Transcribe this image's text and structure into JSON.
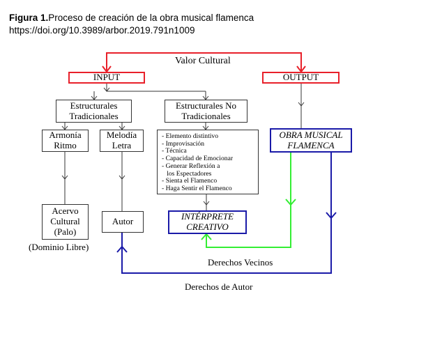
{
  "caption": {
    "figure_label": "Figura 1.",
    "title": "Proceso de creación de la obra musical flamenca",
    "doi": "https://doi.org/10.3989/arbor.2019.791n1009"
  },
  "diagram": {
    "valor_cultural": "Valor Cultural",
    "input": "INPUT",
    "output": "OUTPUT",
    "estructurales_tradicionales": [
      "Estructurales",
      "Tradicionales"
    ],
    "estructurales_no_tradicionales": [
      "Estructurales No",
      "Tradicionales"
    ],
    "armonia_ritmo": [
      "Armonía",
      "Ritmo"
    ],
    "melodia_letra": [
      "Melodía",
      "Letra"
    ],
    "elementos": [
      "- Elemento distintivo",
      "- Improvisación",
      "- Técnica",
      "- Capacidad de Emocionar",
      "- Generar Reflexión a",
      "   los Espectadores",
      "- Sienta el Flamenco",
      "- Haga Sentir el Flamenco"
    ],
    "obra_musical": [
      "OBRA MUSICAL",
      "FLAMENCA"
    ],
    "acervo": [
      "Acervo",
      "Cultural",
      "(Palo)"
    ],
    "dominio_libre": "(Dominio Libre)",
    "autor": "Autor",
    "interprete": [
      "INTÉRPRETE",
      "CREATIVO"
    ],
    "derechos_vecinos": "Derechos Vecinos",
    "derechos_autor": "Derechos de Autor"
  },
  "colors": {
    "red": "#e8202a",
    "blue": "#1a1aa8",
    "green": "#33ee33",
    "gray": "#333333"
  }
}
